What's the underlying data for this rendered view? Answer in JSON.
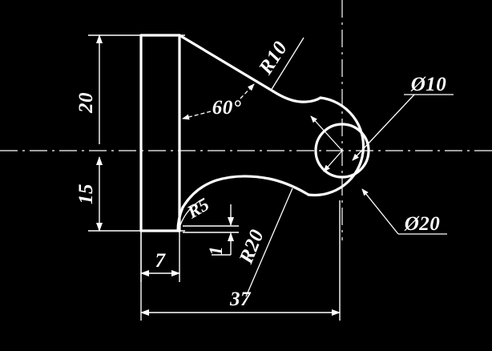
{
  "drawing": {
    "title": "Mechanical part orthographic view",
    "background_color": "#000000",
    "line_color": "#ffffff",
    "units": "mm",
    "dimensions": {
      "height_upper": "20",
      "height_lower": "15",
      "flange_width": "7",
      "step_height": "1",
      "overall_length": "37",
      "angle": "60°",
      "fillet_top": "R10",
      "fillet_small": "R5",
      "fillet_bottom": "R20",
      "bore_diameter": "Ø10",
      "boss_diameter": "Ø20"
    },
    "labels": {
      "dim_20": "20",
      "dim_15": "15",
      "dim_7": "7",
      "dim_1": "1",
      "dim_37": "37",
      "angle_60": "60°",
      "radius_10": "R10",
      "radius_5": "R5",
      "radius_20": "R20",
      "dia_10": "Ø10",
      "dia_20": "Ø20"
    }
  },
  "chart_data": {
    "type": "table",
    "title": "Engineering drawing dimension callouts",
    "categories": [
      "20",
      "15",
      "7",
      "1",
      "37",
      "60°",
      "R10",
      "R5",
      "R20",
      "Ø10",
      "Ø20"
    ],
    "values": [
      20,
      15,
      7,
      1,
      37,
      60,
      10,
      5,
      20,
      10,
      20
    ]
  }
}
